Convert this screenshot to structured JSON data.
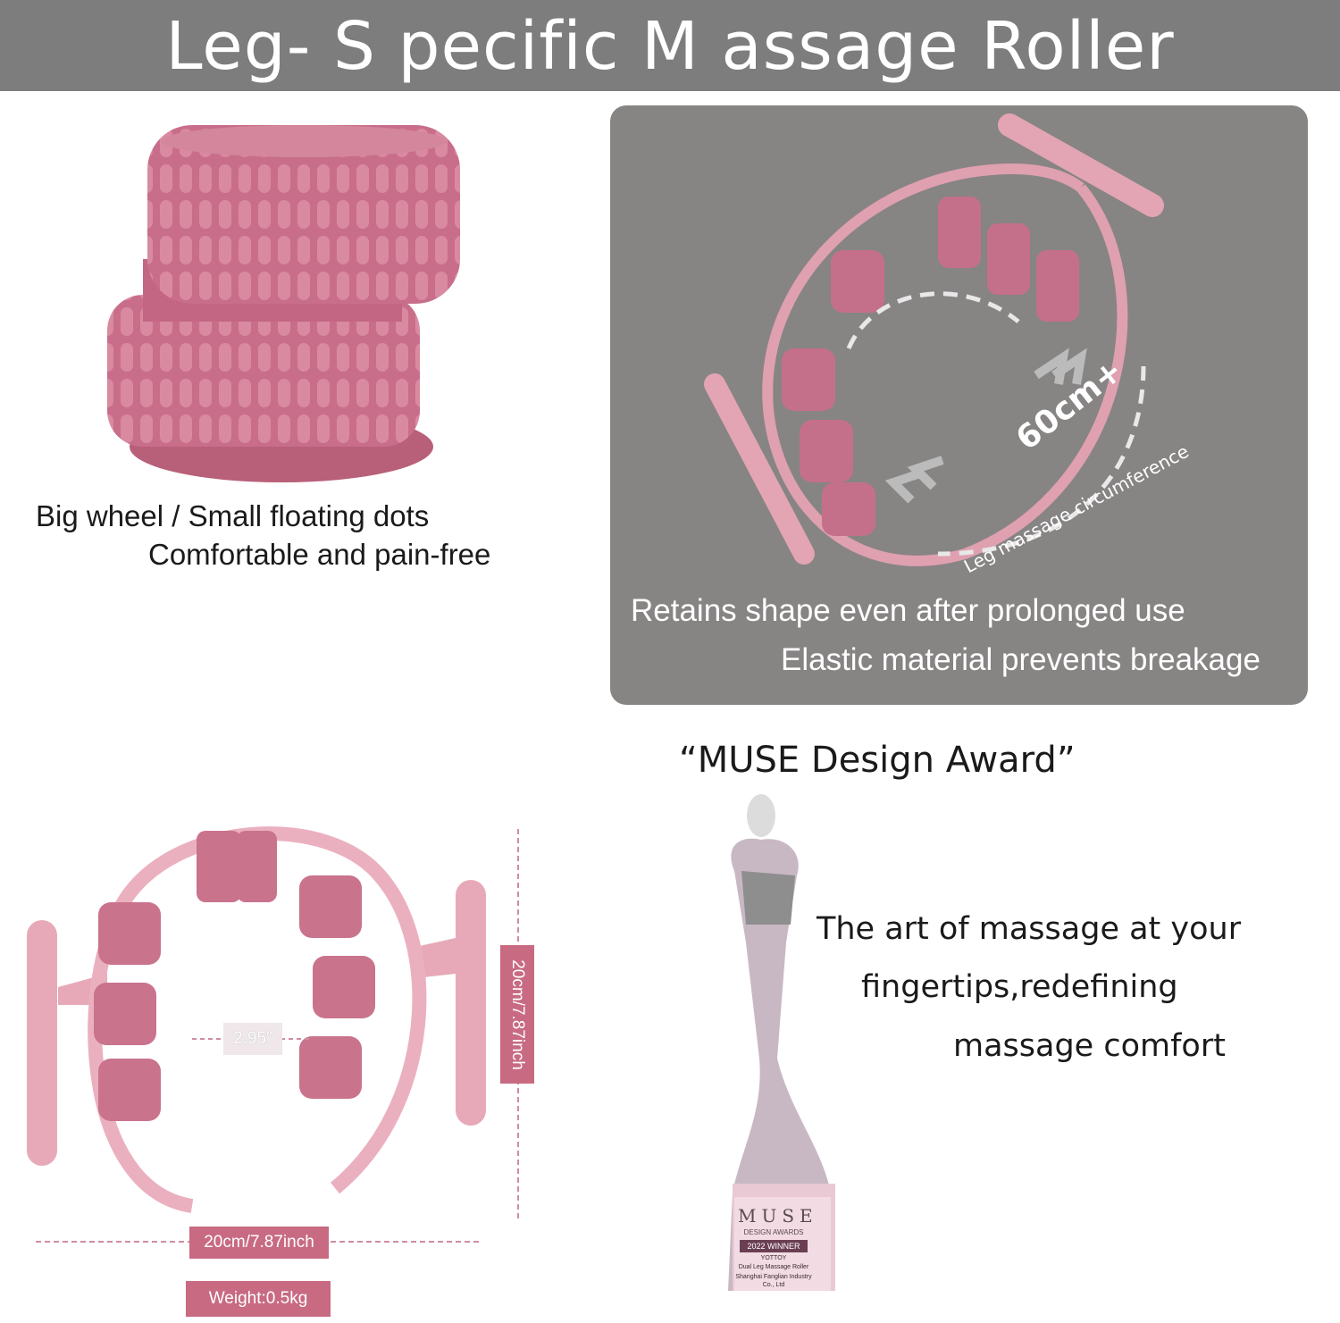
{
  "banner": {
    "title": "Leg- S pecific  M assage Roller"
  },
  "top_left": {
    "caption_line1": "Big wheel / Small floating dots",
    "caption_line2": "Comfortable and pain-free"
  },
  "top_right": {
    "circumference_value": "60cm+",
    "circumference_label": "Leg massage circumference",
    "caption_line1": "Retains shape even after prolonged use",
    "caption_line2": "Elastic material prevents breakage"
  },
  "dimensions": {
    "inner_width": "2.95″",
    "height": "20cm/7.87inch",
    "width": "20cm/7.87inch",
    "weight": "Weight:0.5kg"
  },
  "award": {
    "title": "“MUSE Design Award”",
    "text_line1": "The art of massage at your",
    "text_line2": "fingertips,redefining",
    "text_line3": "massage comfort",
    "plaque_brand": "MUSE",
    "plaque_sub": "DESIGN AWARDS",
    "plaque_winner": "2022 WINNER",
    "plaque_company": "YOTTOY",
    "plaque_product": "Dual Leg Massage Roller",
    "plaque_maker": "Shanghai Fanglian Industry Co., Ltd"
  },
  "colors": {
    "banner_bg": "#7d7d7d",
    "panel_bg": "#878484",
    "roller_pink": "#c96e8a",
    "frame_pink": "#e8aab8",
    "tag_pink": "#c86a82"
  }
}
